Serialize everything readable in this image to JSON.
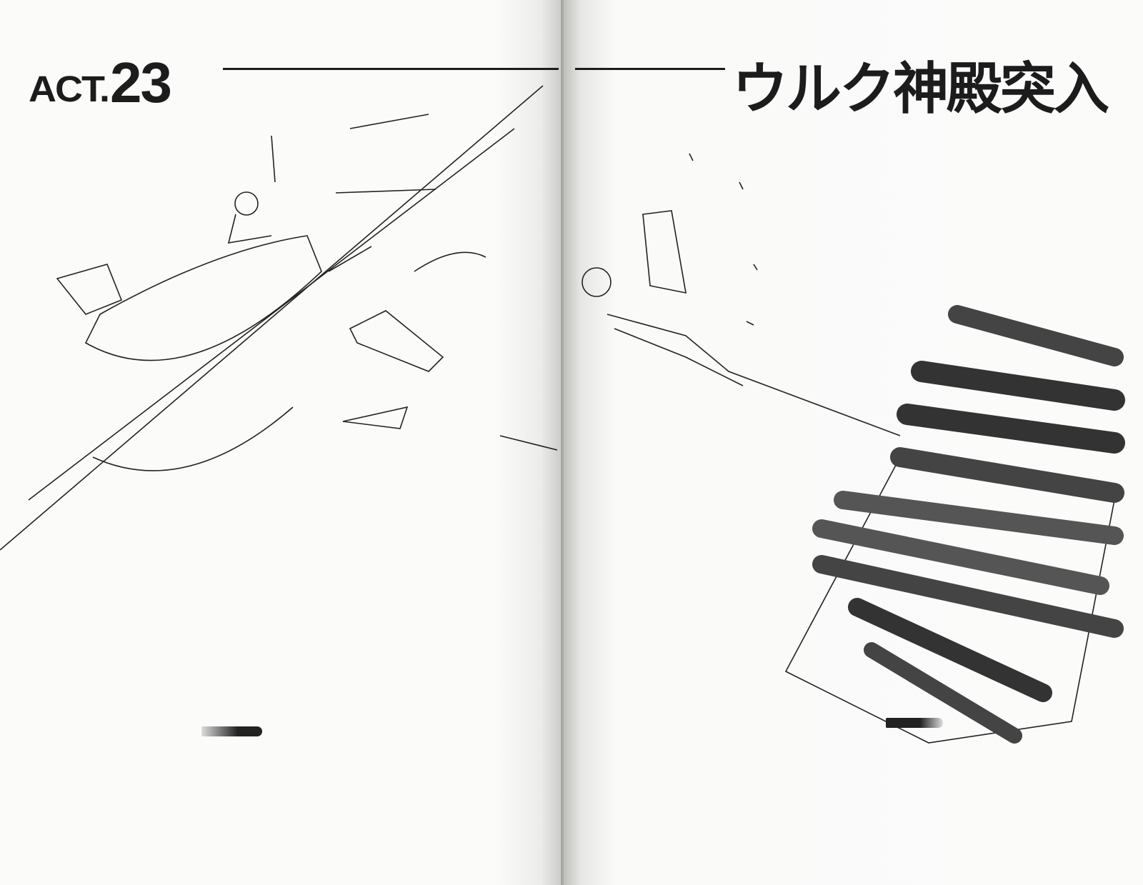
{
  "left_page": {
    "chapter_label": "ACT.",
    "chapter_number": "23"
  },
  "right_page": {
    "chapter_title": "ウルク神殿突入"
  }
}
